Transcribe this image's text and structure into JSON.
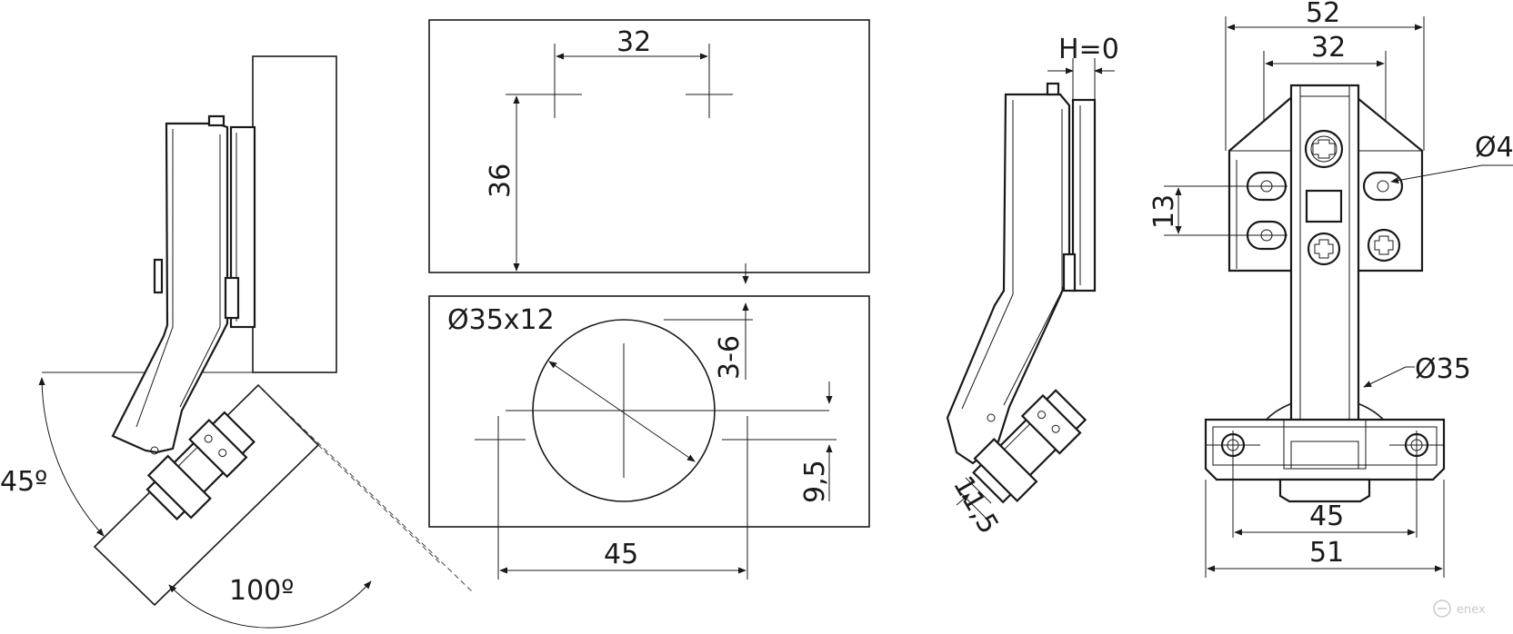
{
  "labels": {
    "angle_45": "45º",
    "angle_100": "100º",
    "dim_32_top": "32",
    "dim_36": "36",
    "dim_3_6": "3-6",
    "dim_bore": "Ø35x12",
    "dim_9_5": "9,5",
    "dim_45_mid": "45",
    "dim_h0": "H=0",
    "dim_11_5": "11,5",
    "dim_52": "52",
    "dim_32_right": "32",
    "dim_phi4": "Ø4",
    "dim_13": "13",
    "dim_phi35": "Ø35",
    "dim_45_right": "45",
    "dim_51": "51"
  },
  "watermark": {
    "text": "enex",
    "icon": "enex-logo-icon"
  },
  "colors": {
    "line": "#1a1a1a",
    "background": "#ffffff",
    "watermark": "#c8c8c8"
  }
}
